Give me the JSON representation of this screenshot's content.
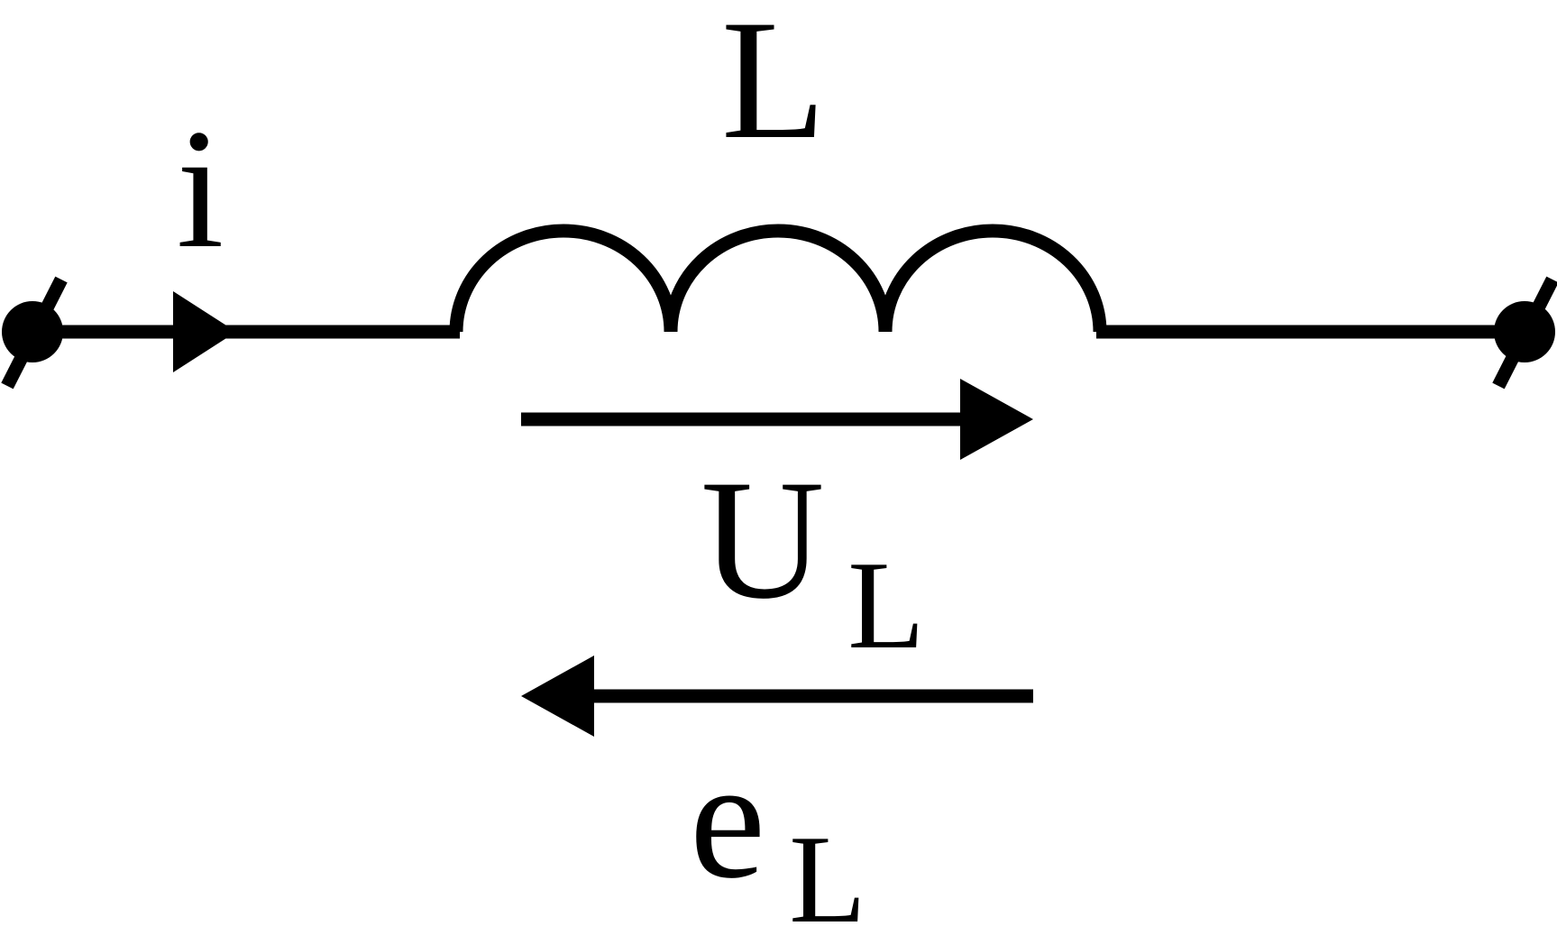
{
  "labels": {
    "current_symbol": "i",
    "inductor_symbol": "L",
    "voltage_symbol": "U",
    "voltage_subscript": "L",
    "emf_symbol": "e",
    "emf_subscript": "L"
  },
  "colors": {
    "line": "#000000",
    "background": "#ffffff"
  }
}
